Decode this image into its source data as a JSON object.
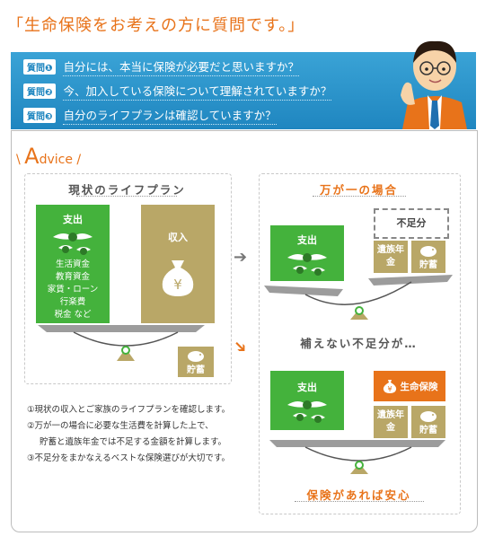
{
  "header": {
    "title": "「生命保険をお考えの方に質問です。」"
  },
  "questions": [
    {
      "tag": "質問❶",
      "text": "自分には、本当に保険が必要だと思いますか？"
    },
    {
      "tag": "質問❷",
      "text": "今、加入している保険について理解されていますか？"
    },
    {
      "tag": "質問❸",
      "text": "自分のライフプランは確認していますか？"
    }
  ],
  "advice": {
    "prefix": "\\",
    "big": "A",
    "rest": "dvice",
    "suffix": "/"
  },
  "current": {
    "title": "現状のライフプラン",
    "expense_label": "支出",
    "expense_items": [
      "生活資金",
      "教育資金",
      "家賃・ローン",
      "行楽費",
      "税金 など"
    ],
    "income_label": "収入",
    "savings_label": "貯蓄"
  },
  "emergency": {
    "title": "万が一の場合",
    "expense_label": "支出",
    "shortfall_label": "不足分",
    "survivor_pension": "遺族年金",
    "savings_label": "貯蓄"
  },
  "cannot_cover": "補えない不足分が…",
  "insured": {
    "expense_label": "支出",
    "insurance_label": "生命保険",
    "survivor_pension": "遺族年金",
    "savings_label": "貯蓄",
    "footer": "保険があれば安心"
  },
  "notes": [
    "①現状の収入とご家族のライフプランを確認します。",
    "②万が一の場合に必要な生活費を計算した上で、",
    "貯蓄と遺族年金では不足する金額を計算します。",
    "③不足分をまかなえるベストな保険選びが大切です。"
  ],
  "colors": {
    "accent": "#e8731a",
    "blue": "#1f86c0",
    "green": "#44b23c",
    "olive": "#b9a767"
  }
}
